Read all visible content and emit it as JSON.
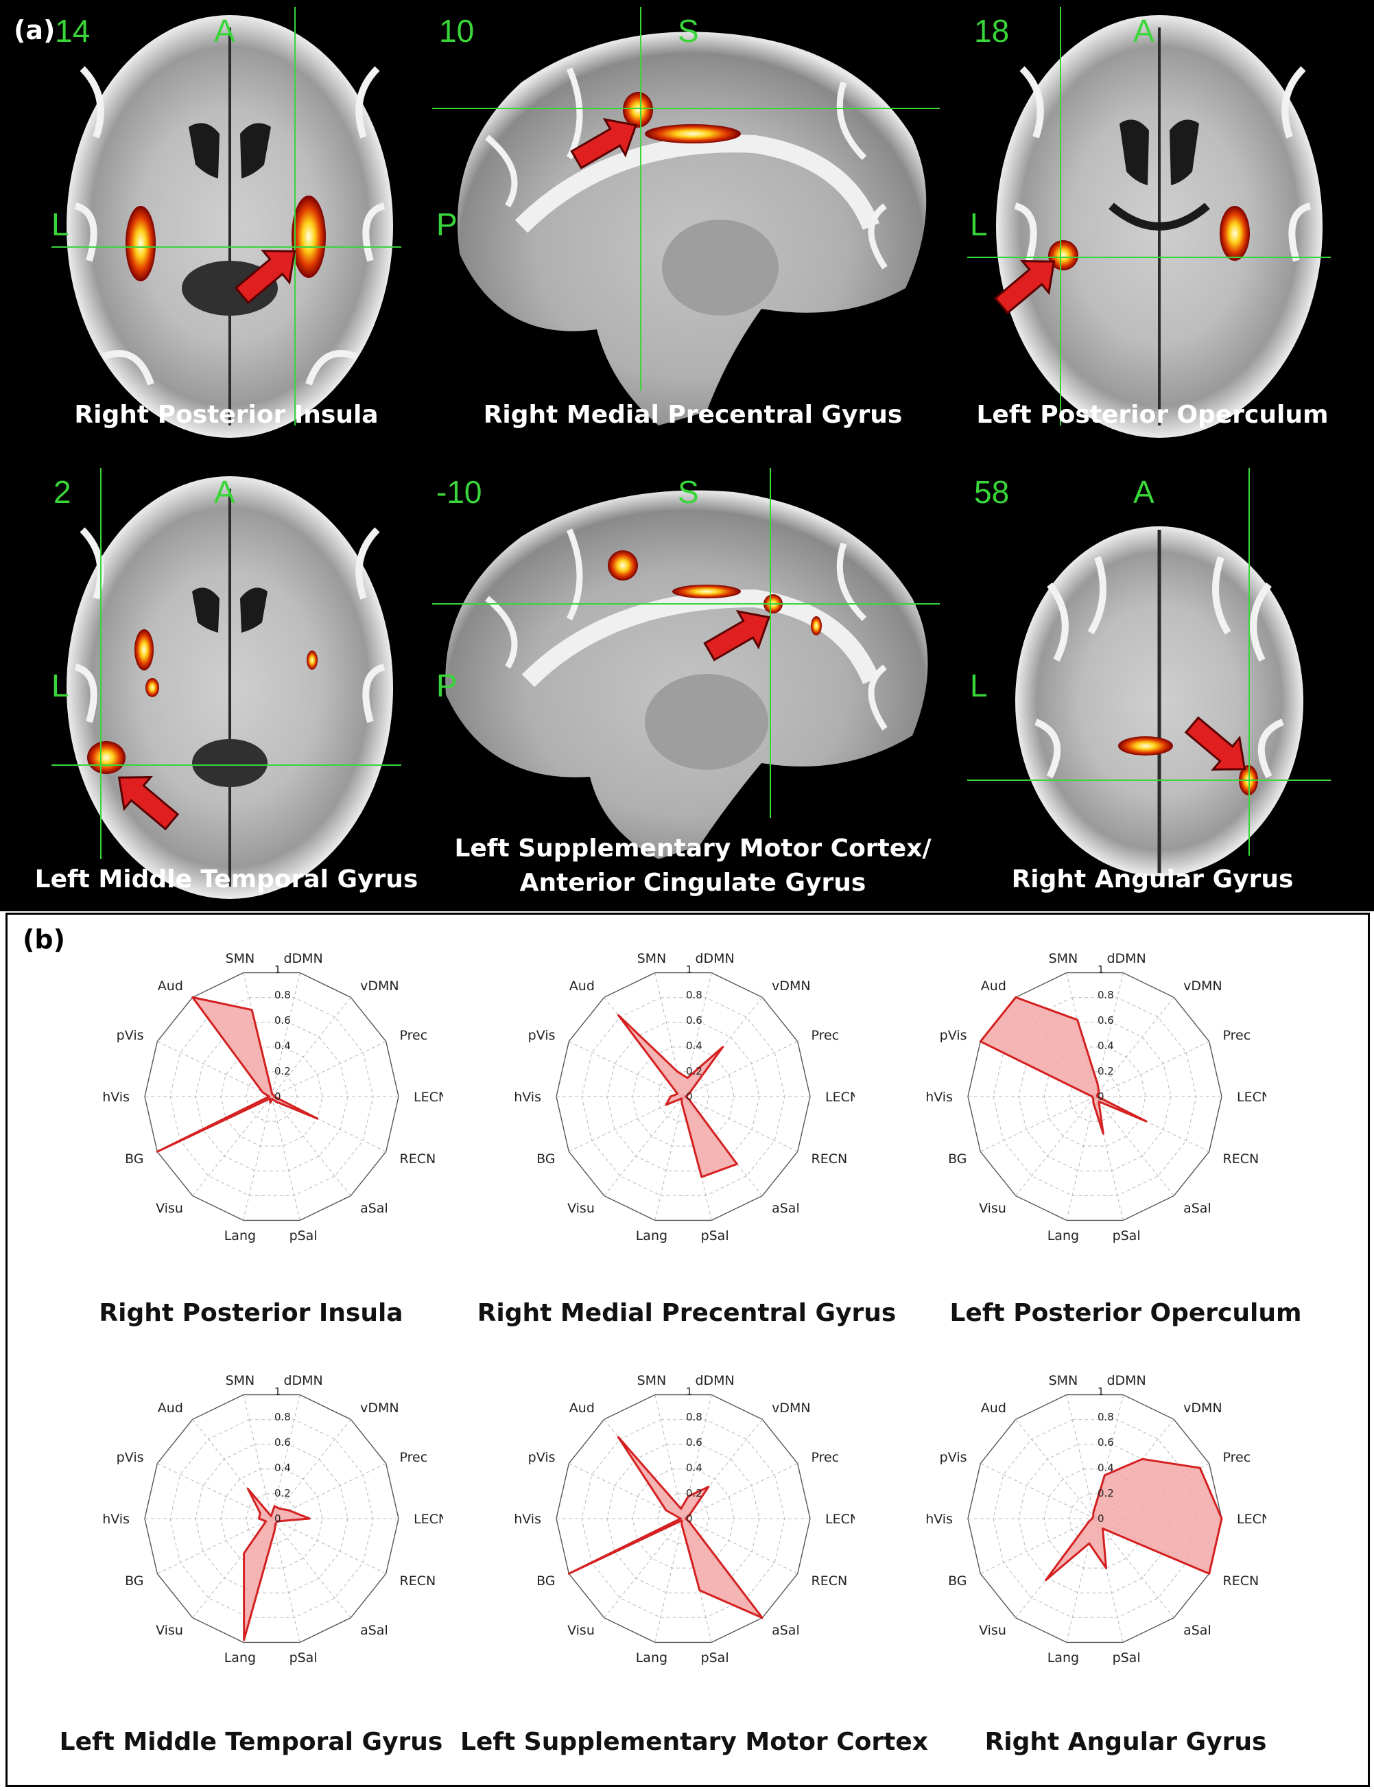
{
  "panel_a": {
    "label": "(a)",
    "tiles": [
      {
        "slice": "14",
        "orient_top": "A",
        "orient_left": "L",
        "caption": "Right Posterior Insula",
        "view": "axial"
      },
      {
        "slice": "10",
        "orient_top": "S",
        "orient_left": "P",
        "caption": "Right Medial Precentral Gyrus",
        "view": "sagittal"
      },
      {
        "slice": "18",
        "orient_top": "A",
        "orient_left": "L",
        "caption": "Left Posterior Operculum",
        "view": "axial"
      },
      {
        "slice": "2",
        "orient_top": "A",
        "orient_left": "L",
        "caption": "Left Middle Temporal Gyrus",
        "view": "axial"
      },
      {
        "slice": "-10",
        "orient_top": "S",
        "orient_left": "P",
        "caption_line1": "Left Supplementary Motor Cortex/",
        "caption_line2": "Anterior Cingulate Gyrus",
        "view": "sagittal"
      },
      {
        "slice": "58",
        "orient_top": "A",
        "orient_left": "L",
        "caption": "Right Angular Gyrus",
        "view": "axial"
      }
    ]
  },
  "panel_b": {
    "label": "(b)",
    "captions": [
      "Right Posterior Insula",
      "Right Medial Precentral Gyrus",
      "Left Posterior Operculum",
      "Left Middle Temporal Gyrus",
      "Left Supplementary Motor Cortex",
      "Right Angular Gyrus"
    ]
  },
  "colors": {
    "crosshair": "#39d639",
    "arrow": "#e02020",
    "radar_line": "#d42020",
    "radar_fill": "#f4a8a8"
  },
  "chart_data": [
    {
      "type": "radar",
      "title": "Right Posterior Insula",
      "categories": [
        "SMN",
        "dDMN",
        "vDMN",
        "Prec",
        "LECN",
        "RECN",
        "aSal",
        "pSal",
        "Lang",
        "Visu",
        "BG",
        "hVis",
        "pVis",
        "Aud"
      ],
      "ticks": [
        "0",
        "0.2",
        "0.4",
        "0.6",
        "0.8",
        "1"
      ],
      "rlim": [
        0,
        1
      ],
      "values": [
        0.7,
        0.02,
        0.02,
        0.02,
        0.02,
        0.4,
        0.05,
        0.02,
        0.05,
        0.02,
        1.0,
        0.02,
        0.08,
        1.0
      ]
    },
    {
      "type": "radar",
      "title": "Right Medial Precentral Gyrus",
      "categories": [
        "SMN",
        "dDMN",
        "vDMN",
        "Prec",
        "LECN",
        "RECN",
        "aSal",
        "pSal",
        "Lang",
        "Visu",
        "BG",
        "hVis",
        "pVis",
        "Aud"
      ],
      "ticks": [
        "0",
        "0.2",
        "0.4",
        "0.6",
        "0.8",
        "1"
      ],
      "rlim": [
        0,
        1
      ],
      "values": [
        0.2,
        0.15,
        0.5,
        0.05,
        0.02,
        0.05,
        0.68,
        0.65,
        0.05,
        0.02,
        0.15,
        0.1,
        0.05,
        0.82
      ]
    },
    {
      "type": "radar",
      "title": "Left Posterior Operculum",
      "categories": [
        "SMN",
        "dDMN",
        "vDMN",
        "Prec",
        "LECN",
        "RECN",
        "aSal",
        "pSal",
        "Lang",
        "Visu",
        "BG",
        "hVis",
        "pVis",
        "Aud"
      ],
      "ticks": [
        "0",
        "0.2",
        "0.4",
        "0.6",
        "0.8",
        "1"
      ],
      "rlim": [
        0,
        1
      ],
      "values": [
        0.62,
        0.1,
        0.05,
        0.02,
        0.02,
        0.45,
        0.05,
        0.3,
        0.05,
        0.02,
        0.02,
        0.02,
        1.0,
        1.0
      ]
    },
    {
      "type": "radar",
      "title": "Left Middle Temporal Gyrus",
      "categories": [
        "SMN",
        "dDMN",
        "vDMN",
        "Prec",
        "LECN",
        "RECN",
        "aSal",
        "pSal",
        "Lang",
        "Visu",
        "BG",
        "hVis",
        "pVis",
        "Aud"
      ],
      "ticks": [
        "0",
        "0.2",
        "0.4",
        "0.6",
        "0.8",
        "1"
      ],
      "rlim": [
        0,
        1
      ],
      "values": [
        0.02,
        0.1,
        0.1,
        0.15,
        0.3,
        0.05,
        0.05,
        0.1,
        0.98,
        0.35,
        0.05,
        0.1,
        0.1,
        0.3
      ]
    },
    {
      "type": "radar",
      "title": "Left Supplementary Motor Cortex",
      "categories": [
        "SMN",
        "dDMN",
        "vDMN",
        "Prec",
        "LECN",
        "RECN",
        "aSal",
        "pSal",
        "Lang",
        "Visu",
        "BG",
        "hVis",
        "pVis",
        "Aud"
      ],
      "ticks": [
        "0",
        "0.2",
        "0.4",
        "0.6",
        "0.8",
        "1"
      ],
      "rlim": [
        0,
        1
      ],
      "values": [
        0.08,
        0.18,
        0.32,
        0.05,
        0.02,
        0.05,
        1.0,
        0.58,
        0.05,
        0.02,
        1.0,
        0.02,
        0.15,
        0.82
      ]
    },
    {
      "type": "radar",
      "title": "Right Angular Gyrus",
      "categories": [
        "SMN",
        "dDMN",
        "vDMN",
        "Prec",
        "LECN",
        "RECN",
        "aSal",
        "pSal",
        "Lang",
        "Visu",
        "BG",
        "hVis",
        "pVis",
        "Aud"
      ],
      "ticks": [
        "0",
        "0.2",
        "0.4",
        "0.6",
        "0.8",
        "1"
      ],
      "rlim": [
        0,
        1
      ],
      "values": [
        0.05,
        0.35,
        0.6,
        0.92,
        1.0,
        1.0,
        0.1,
        0.4,
        0.2,
        0.62,
        0.05,
        0.02,
        0.02,
        0.02
      ]
    }
  ]
}
